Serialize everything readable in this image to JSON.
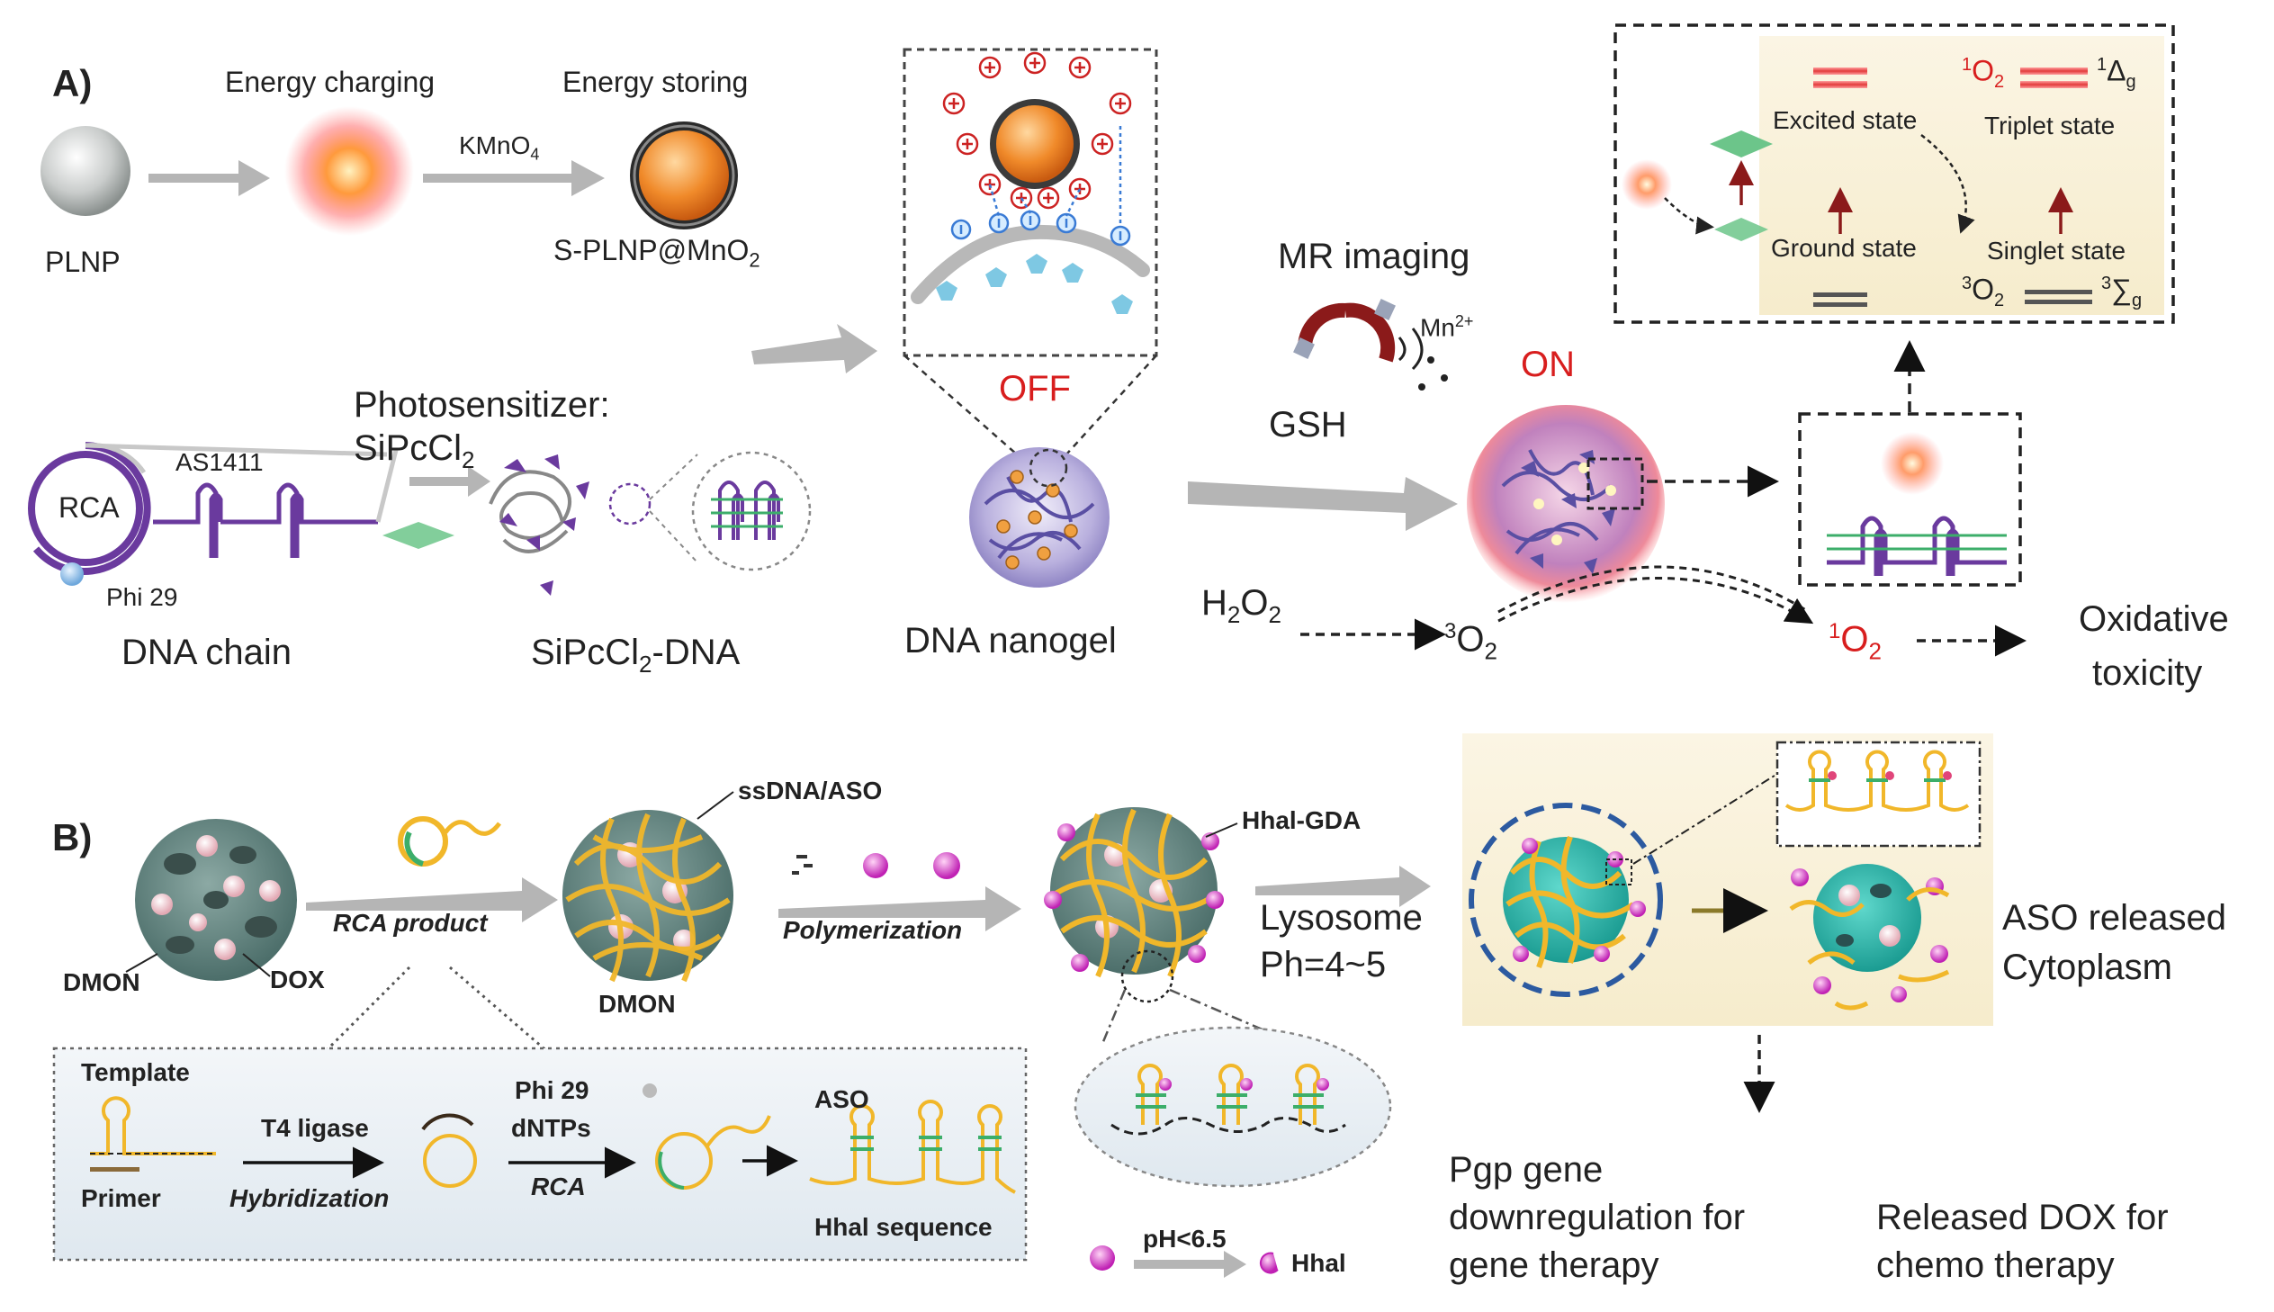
{
  "panelA": {
    "label": "A)",
    "energy_charging": "Energy charging",
    "energy_storing": "Energy storing",
    "kmno4": "KMnO",
    "kmno4_sub": "4",
    "plnp": "PLNP",
    "splnp": "S-PLNP@MnO",
    "splnp_sub": "2",
    "photosensitizer": "Photosensitizer:",
    "sipccl": "SiPcCl",
    "sipccl_sub": "2",
    "as1411": "AS1411",
    "rca": "RCA",
    "phi29": "Phi 29",
    "dna_chain": "DNA chain",
    "sipccl_dna_a": "SiPcCl",
    "sipccl_dna_sub": "2",
    "sipccl_dna_b": "-DNA",
    "off": "OFF",
    "dna_nanogel": "DNA nanogel",
    "mr_imaging": "MR imaging",
    "mn": "Mn",
    "mn_sup": "2+",
    "gsh": "GSH",
    "on": "ON",
    "h2o2": "H",
    "h2o2_sub1": "2",
    "h2o2_o": "O",
    "h2o2_sub2": "2",
    "o2_triplet_sup": "3",
    "o2_triplet": "O",
    "o2_triplet_sub": "2",
    "o2_singlet_sup": "1",
    "o2_singlet": "O",
    "o2_singlet_sub": "2",
    "oxidative": "Oxidative",
    "toxicity": "toxicity",
    "inset": {
      "excited_state": "Excited state",
      "ground_state": "Ground state",
      "triplet_state": "Triplet state",
      "singlet_state": "Singlet state",
      "o2_1_sup": "1",
      "o2_1": "O",
      "o2_1_sub": "2",
      "delta_sup": "1",
      "delta": "Δ",
      "delta_sub": "g",
      "o2_3_sup": "3",
      "o2_3": "O",
      "o2_3_sub": "2",
      "sigma_sup": "3",
      "sigma": "∑",
      "sigma_sub": "g"
    }
  },
  "panelB": {
    "label": "B)",
    "dmon": "DMON",
    "dox": "DOX",
    "rca_product": "RCA product",
    "ssdna": "ssDNA/ASO",
    "dmon2": "DMON",
    "polymerization": "Polymerization",
    "hhal_gda": "Hhal-GDA",
    "lysosome": "Lysosome",
    "ph": "Ph=4~5",
    "aso_released": "ASO released",
    "cytoplasm": "Cytoplasm",
    "template": "Template",
    "primer": "Primer",
    "t4_ligase": "T4 ligase",
    "hybridization": "Hybridization",
    "phi29": "Phi 29",
    "dntps": "dNTPs",
    "rca": "RCA",
    "aso": "ASO",
    "hhal_sequence": "Hhal sequence",
    "ph65": "pH<6.5",
    "hhal": "Hhal",
    "pgp_1": "Pgp gene",
    "pgp_2": "downregulation for",
    "pgp_3": "gene therapy",
    "dox_1": "Released DOX for",
    "dox_2": "chemo therapy"
  }
}
